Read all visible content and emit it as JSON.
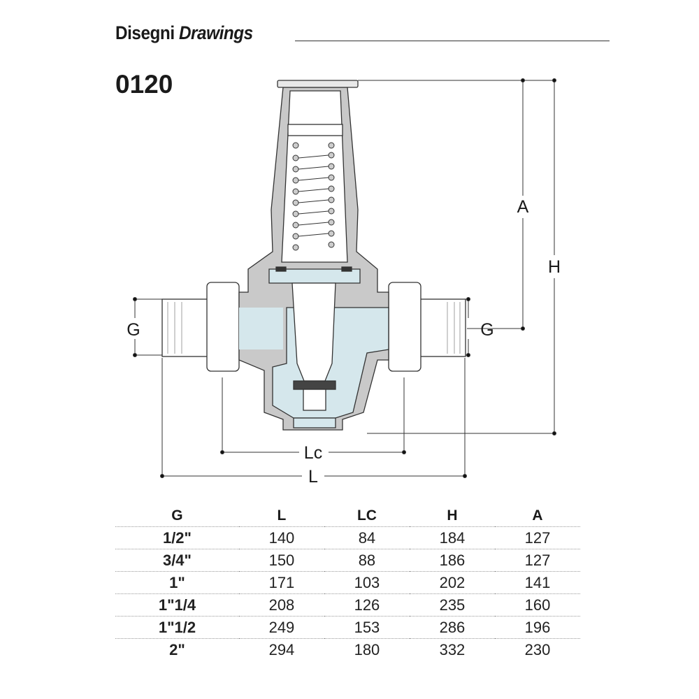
{
  "header": {
    "title_it": "Disegni",
    "title_en": "Drawings",
    "code": "0120"
  },
  "drawing": {
    "labels": {
      "A": "A",
      "H": "H",
      "G_left": "G",
      "G_right": "G",
      "Lc": "Lc",
      "L": "L"
    }
  },
  "table": {
    "columns": [
      "G",
      "L",
      "LC",
      "H",
      "A"
    ],
    "rows": [
      [
        "1/2\"",
        "140",
        "84",
        "184",
        "127"
      ],
      [
        "3/4\"",
        "150",
        "88",
        "186",
        "127"
      ],
      [
        "1\"",
        "171",
        "103",
        "202",
        "141"
      ],
      [
        "1\"1/4",
        "208",
        "126",
        "235",
        "160"
      ],
      [
        "1\"1/2",
        "249",
        "153",
        "286",
        "196"
      ],
      [
        "2\"",
        "294",
        "180",
        "332",
        "230"
      ]
    ]
  },
  "colors": {
    "metal": "#c9c9c9",
    "fluid": "#d5e7ec",
    "line": "#333333"
  }
}
